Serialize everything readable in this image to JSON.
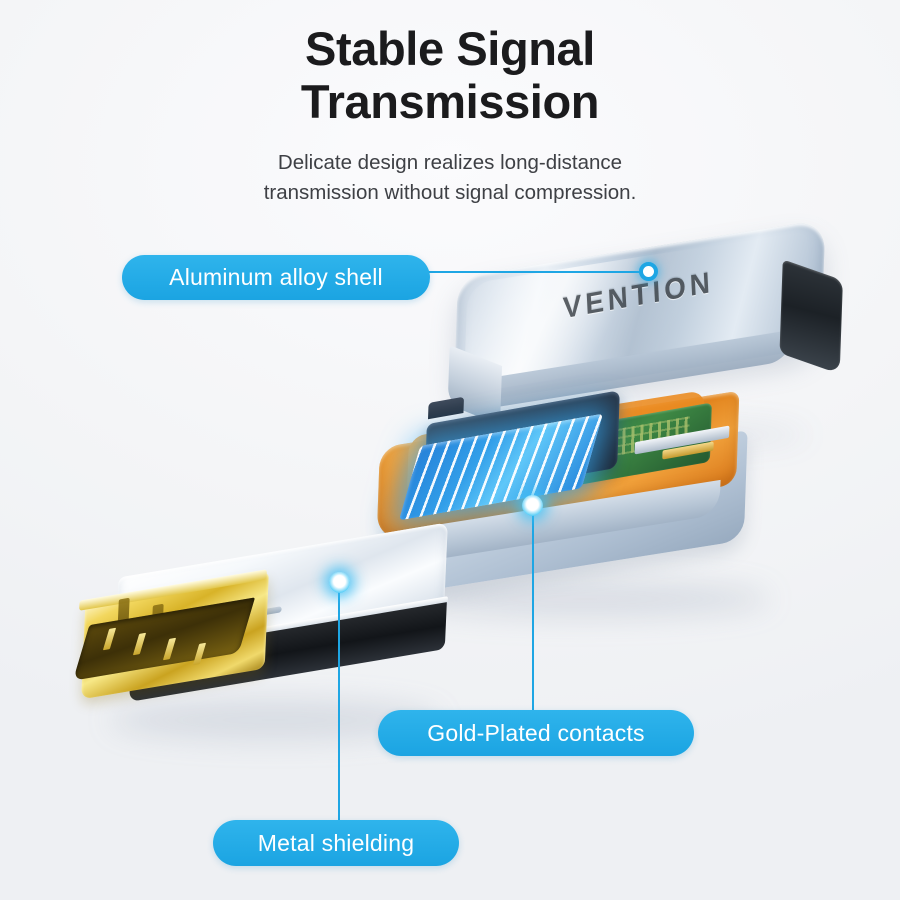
{
  "header": {
    "title_line1": "Stable Signal",
    "title_line2": "Transmission",
    "subtitle_line1": "Delicate design realizes long-distance",
    "subtitle_line2": "transmission without signal compression."
  },
  "callouts": [
    {
      "id": "aluminum-alloy-shell",
      "label": "Aluminum alloy shell"
    },
    {
      "id": "gold-plated-contacts",
      "label": "Gold-Plated contacts"
    },
    {
      "id": "metal-shielding",
      "label": "Metal shielding"
    }
  ],
  "product": {
    "brand_logo_text": "VENTION",
    "type": "HDMI adapter exploded view"
  },
  "colors": {
    "accent_blue": "#1ea6e4",
    "pill_blue_top": "#2fb4ec",
    "pill_blue_bottom": "#1ba4e2",
    "title_text": "#1b1b1d",
    "subtitle_text": "#3e4045",
    "background_light": "#fbfbfd",
    "background_gray": "#eef0f3",
    "shell_aluminum": "#c7d4e2",
    "inner_housing_orange": "#ef9026",
    "pcb_green": "#3f8a45",
    "connector_navy": "#283241",
    "glow_blue": "#2e9ae8",
    "gold": "#d8b328",
    "shield_silver": "#f6f9fc",
    "shield_black": "#121519"
  }
}
